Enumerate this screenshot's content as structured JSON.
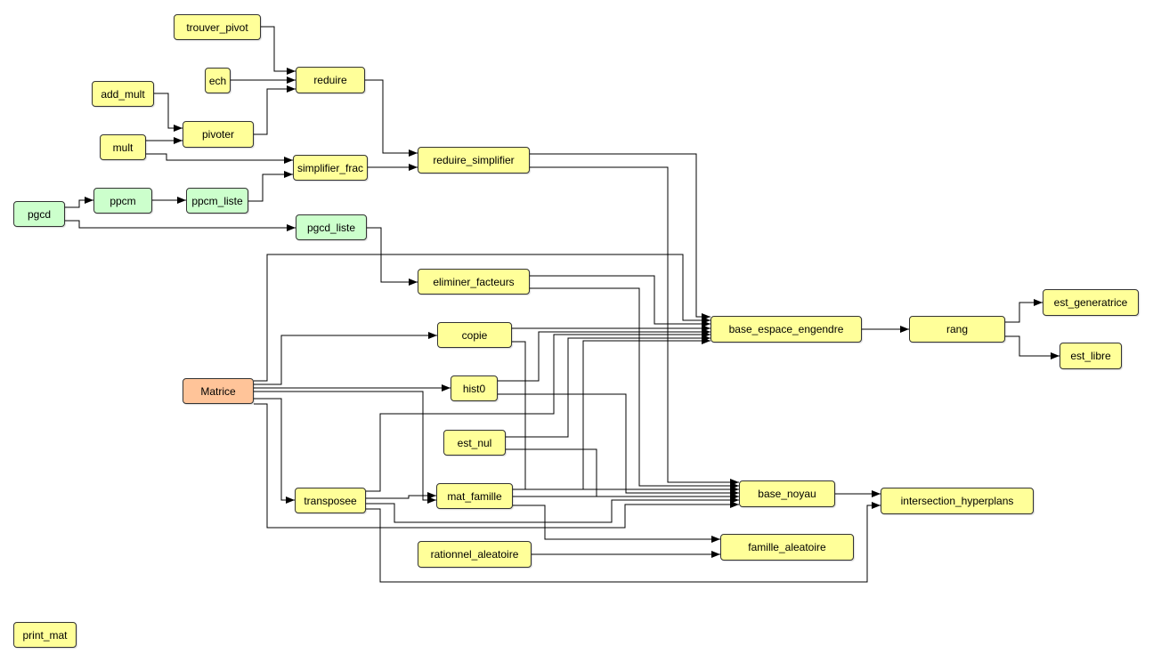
{
  "colors": {
    "default": "#ffff99",
    "arith": "#ccffcc",
    "root": "#ffc499",
    "edge": "#000000"
  },
  "nodes": [
    {
      "id": "trouver_pivot",
      "label": "trouver_pivot",
      "color": "default"
    },
    {
      "id": "ech",
      "label": "ech",
      "color": "default"
    },
    {
      "id": "reduire",
      "label": "reduire",
      "color": "default"
    },
    {
      "id": "add_mult",
      "label": "add_mult",
      "color": "default"
    },
    {
      "id": "pivoter",
      "label": "pivoter",
      "color": "default"
    },
    {
      "id": "mult",
      "label": "mult",
      "color": "default"
    },
    {
      "id": "reduire_simplifier",
      "label": "reduire_simplifier",
      "color": "default"
    },
    {
      "id": "simplifier_frac",
      "label": "simplifier_frac",
      "color": "default"
    },
    {
      "id": "pgcd",
      "label": "pgcd",
      "color": "arith"
    },
    {
      "id": "ppcm",
      "label": "ppcm",
      "color": "arith"
    },
    {
      "id": "ppcm_liste",
      "label": "ppcm_liste",
      "color": "arith"
    },
    {
      "id": "pgcd_liste",
      "label": "pgcd_liste",
      "color": "arith"
    },
    {
      "id": "eliminer_facteurs",
      "label": "eliminer_facteurs",
      "color": "default"
    },
    {
      "id": "copie",
      "label": "copie",
      "color": "default"
    },
    {
      "id": "base_espace_engendre",
      "label": "base_espace_engendre",
      "color": "default"
    },
    {
      "id": "rang",
      "label": "rang",
      "color": "default"
    },
    {
      "id": "est_generatrice",
      "label": "est_generatrice",
      "color": "default"
    },
    {
      "id": "est_libre",
      "label": "est_libre",
      "color": "default"
    },
    {
      "id": "Matrice",
      "label": "Matrice",
      "color": "root"
    },
    {
      "id": "hist0",
      "label": "hist0",
      "color": "default"
    },
    {
      "id": "est_nul",
      "label": "est_nul",
      "color": "default"
    },
    {
      "id": "transposee",
      "label": "transposee",
      "color": "default"
    },
    {
      "id": "mat_famille",
      "label": "mat_famille",
      "color": "default"
    },
    {
      "id": "base_noyau",
      "label": "base_noyau",
      "color": "default"
    },
    {
      "id": "intersection_hyperplans",
      "label": "intersection_hyperplans",
      "color": "default"
    },
    {
      "id": "famille_aleatoire",
      "label": "famille_aleatoire",
      "color": "default"
    },
    {
      "id": "rationnel_aleatoire",
      "label": "rationnel_aleatoire",
      "color": "default"
    },
    {
      "id": "print_mat",
      "label": "print_mat",
      "color": "default"
    }
  ],
  "edges": [
    [
      "trouver_pivot",
      "reduire"
    ],
    [
      "ech",
      "reduire"
    ],
    [
      "pivoter",
      "reduire"
    ],
    [
      "add_mult",
      "pivoter"
    ],
    [
      "mult",
      "pivoter"
    ],
    [
      "mult",
      "simplifier_frac"
    ],
    [
      "reduire",
      "reduire_simplifier"
    ],
    [
      "simplifier_frac",
      "reduire_simplifier"
    ],
    [
      "ppcm_liste",
      "simplifier_frac"
    ],
    [
      "pgcd",
      "ppcm"
    ],
    [
      "ppcm",
      "ppcm_liste"
    ],
    [
      "pgcd",
      "pgcd_liste"
    ],
    [
      "pgcd_liste",
      "eliminer_facteurs"
    ],
    [
      "reduire_simplifier",
      "base_espace_engendre"
    ],
    [
      "reduire_simplifier",
      "base_noyau"
    ],
    [
      "eliminer_facteurs",
      "base_espace_engendre"
    ],
    [
      "eliminer_facteurs",
      "base_noyau"
    ],
    [
      "copie",
      "base_espace_engendre"
    ],
    [
      "copie",
      "base_noyau"
    ],
    [
      "hist0",
      "base_espace_engendre"
    ],
    [
      "hist0",
      "base_noyau"
    ],
    [
      "est_nul",
      "base_espace_engendre"
    ],
    [
      "est_nul",
      "base_noyau"
    ],
    [
      "transposee",
      "base_espace_engendre"
    ],
    [
      "transposee",
      "mat_famille"
    ],
    [
      "transposee",
      "base_noyau"
    ],
    [
      "transposee",
      "intersection_hyperplans"
    ],
    [
      "mat_famille",
      "base_espace_engendre"
    ],
    [
      "mat_famille",
      "base_noyau"
    ],
    [
      "mat_famille",
      "famille_aleatoire"
    ],
    [
      "Matrice",
      "base_espace_engendre"
    ],
    [
      "Matrice",
      "copie"
    ],
    [
      "Matrice",
      "hist0"
    ],
    [
      "Matrice",
      "mat_famille"
    ],
    [
      "Matrice",
      "transposee"
    ],
    [
      "Matrice",
      "base_noyau"
    ],
    [
      "base_espace_engendre",
      "rang"
    ],
    [
      "rang",
      "est_generatrice"
    ],
    [
      "rang",
      "est_libre"
    ],
    [
      "base_noyau",
      "intersection_hyperplans"
    ],
    [
      "rationnel_aleatoire",
      "famille_aleatoire"
    ]
  ]
}
